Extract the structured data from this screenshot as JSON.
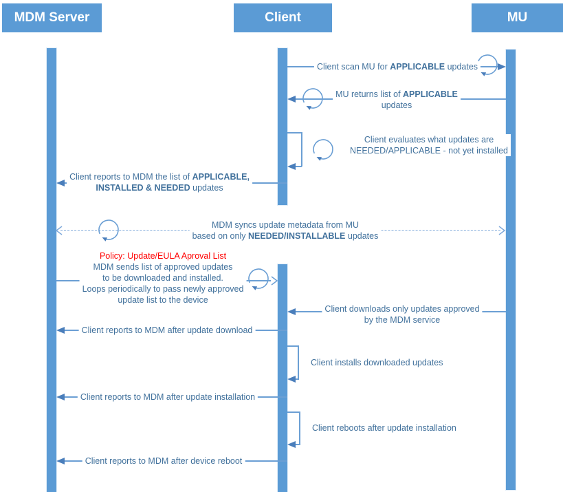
{
  "actors": {
    "mdm": "MDM Server",
    "client": "Client",
    "mu": "MU"
  },
  "colors": {
    "accent": "#5B9BD5",
    "line": "#6B9FD4",
    "arrowhead": "#4A7EBB",
    "text": "#41719C",
    "policy_red": "#FF0000"
  },
  "messages": {
    "scan": {
      "pre": "Client scan MU for ",
      "bold": "APPLICABLE",
      "post": " updates"
    },
    "mu_returns": {
      "l1_pre": "MU returns list of ",
      "l1_bold": "APPLICABLE",
      "l2": "updates"
    },
    "evaluates": {
      "l1": "Client evaluates what updates are",
      "l2": "NEEDED/APPLICABLE - not yet installed"
    },
    "reports_list": {
      "l1_pre": "Client reports to MDM the list of ",
      "l1_bold": "APPLICABLE,",
      "l2_bold": "INSTALLED & NEEDED",
      "l2_post": " updates"
    },
    "sync": {
      "l1": "MDM syncs update metadata from MU",
      "l2_pre": "based on only ",
      "l2_bold": "NEEDED/INSTALLABLE",
      "l2_post": " updates"
    },
    "policy": {
      "title": "Policy: Update/EULA Aproval List",
      "l1": "MDM sends list of approved updates",
      "l2": "to be downloaded and installed.",
      "l3": "Loops periodically to pass newly approved",
      "l4": "update list to the device"
    },
    "downloads": {
      "l1": "Client downloads only updates approved",
      "l2": "by the MDM service"
    },
    "report_download": "Client reports to MDM after update download",
    "installs": "Client installs downloaded updates",
    "report_install": "Client reports to MDM after update installation",
    "reboots": "Client reboots after update installation",
    "report_reboot": "Client reports to MDM after device reboot"
  }
}
